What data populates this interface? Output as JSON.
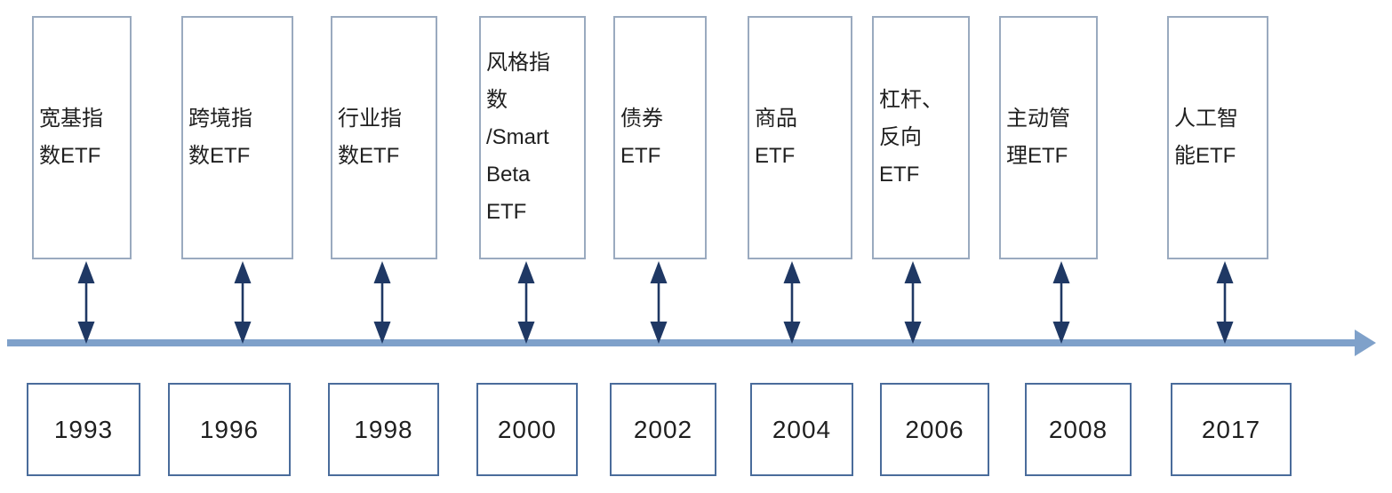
{
  "timeline": {
    "entries": [
      {
        "label": "宽基指\n数ETF",
        "year": "1993"
      },
      {
        "label": "跨境指\n数ETF",
        "year": "1996"
      },
      {
        "label": "行业指\n数ETF",
        "year": "1998"
      },
      {
        "label": "风格指\n数\n/Smart\nBeta\nETF",
        "year": "2000"
      },
      {
        "label": "债券\nETF",
        "year": "2002"
      },
      {
        "label": "商品\nETF",
        "year": "2004"
      },
      {
        "label": "杠杆、\n反向\nETF",
        "year": "2006"
      },
      {
        "label": "主动管\n理ETF",
        "year": "2008"
      },
      {
        "label": "人工智\n能ETF",
        "year": "2017"
      }
    ],
    "colors": {
      "type_box_border": "#9aaabf",
      "year_box_border": "#4a6c9b",
      "connector_arrow": "#1f3864",
      "axis_line": "#7fa1ca",
      "text": "#1f1f1f"
    }
  }
}
